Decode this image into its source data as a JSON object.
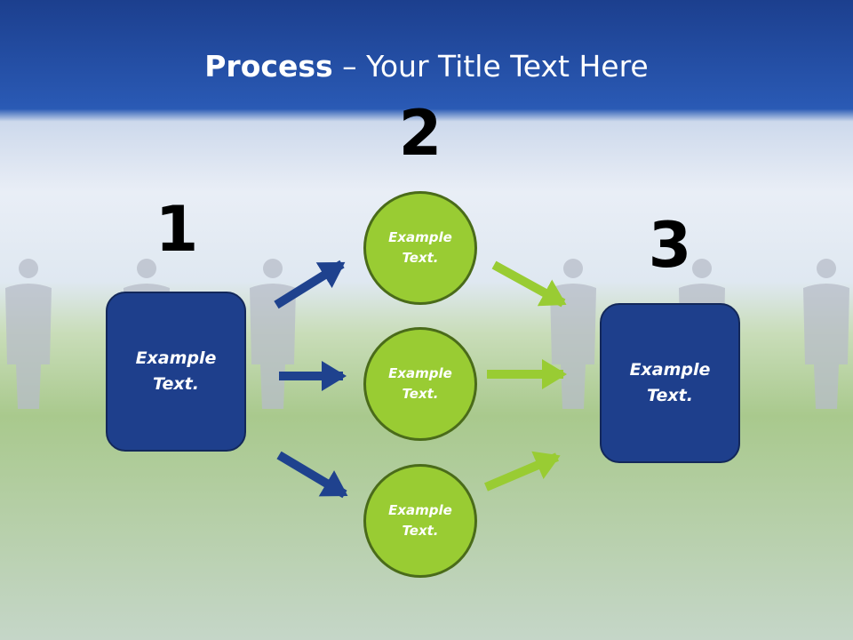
{
  "title": {
    "bold": "Process",
    "rest": " – Your Title Text Here"
  },
  "steps": [
    {
      "number": "1",
      "label": "Example\nText."
    },
    {
      "number": "2"
    },
    {
      "number": "3",
      "label": "Example\nText."
    }
  ],
  "circles": [
    {
      "label": "Example\nText."
    },
    {
      "label": "Example\nText."
    },
    {
      "label": "Example\nText."
    }
  ],
  "colors": {
    "header_blue": "#2148a0",
    "box_blue": "#1e3f8c",
    "circle_green": "#99cc33",
    "arrow_blue": "#1f428e",
    "arrow_green": "#99cc33"
  }
}
